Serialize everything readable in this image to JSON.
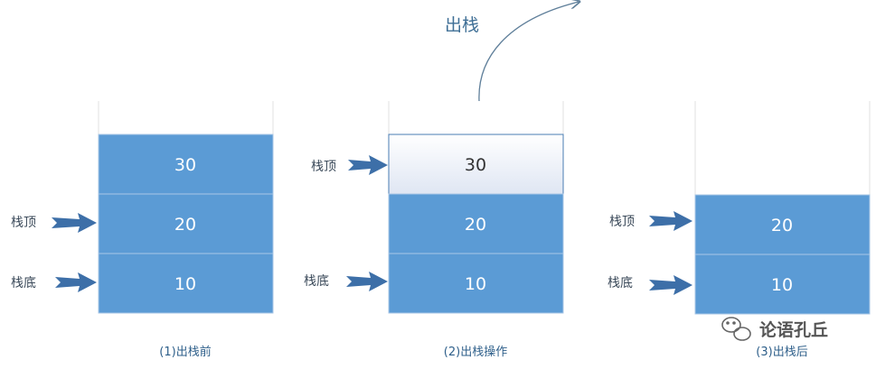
{
  "diagram": {
    "pop_label": "出栈",
    "stacks": [
      {
        "caption": "(1)出栈前",
        "blocks": [
          "30",
          "20",
          "10"
        ],
        "pointers": {
          "top": "栈顶",
          "bottom": "栈底"
        }
      },
      {
        "caption": "(2)出栈操作",
        "blocks": [
          "30",
          "20",
          "10"
        ],
        "pointers": {
          "top": "栈顶",
          "bottom": "栈底"
        }
      },
      {
        "caption": "(3)出栈后",
        "blocks": [
          "20",
          "10"
        ],
        "pointers": {
          "top": "栈顶",
          "bottom": "栈底"
        }
      }
    ],
    "watermark": "论语孔丘"
  },
  "colors": {
    "block_fill": "#5b9bd5",
    "block_stroke": "#aac7e6",
    "block_text": "#ffffff",
    "popped_fill_top": "#ffffff",
    "popped_fill_bottom": "#dfe6f3",
    "popped_stroke": "#4a7cb3",
    "popped_text": "#333333",
    "arrow_fill": "#3d6fa8",
    "curve_stroke": "#5f7f9a",
    "container_line": "#e2e2e2"
  }
}
